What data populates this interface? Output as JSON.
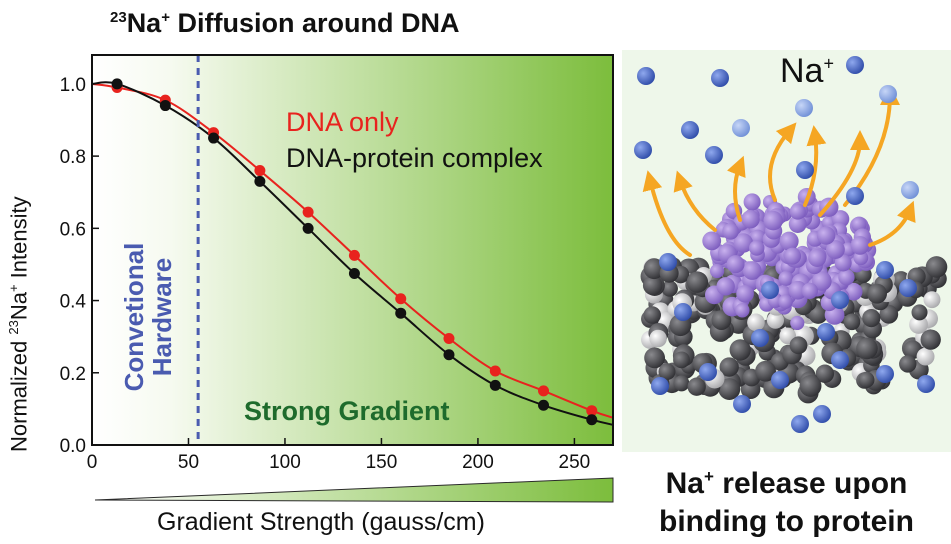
{
  "chart_data": {
    "type": "scatter",
    "title_prefix": "23",
    "title_main": "Na",
    "title_charge": "+",
    "title_rest": " Diffusion around DNA",
    "ylabel_prefix": "Normalized ",
    "ylabel_sup": "23",
    "ylabel_rest": "Na",
    "ylabel_charge": "+",
    "ylabel_end": " Intensity",
    "xlabel": "Gradient Strength (gauss/cm)",
    "xlim": [
      0,
      270
    ],
    "ylim": [
      0.0,
      1.08
    ],
    "xticks": [
      "0",
      "50",
      "100",
      "150",
      "200",
      "250"
    ],
    "yticks": [
      "0.0",
      "0.2",
      "0.4",
      "0.6",
      "0.8",
      "1.0"
    ],
    "series": [
      {
        "name": "DNA only",
        "color": "#e8231e",
        "x": [
          13,
          38,
          63,
          87,
          112,
          136,
          160,
          185,
          209,
          234,
          259
        ],
        "y": [
          0.99,
          0.955,
          0.865,
          0.76,
          0.645,
          0.525,
          0.405,
          0.295,
          0.205,
          0.15,
          0.095
        ]
      },
      {
        "name": "DNA-protein complex",
        "color": "#111111",
        "x": [
          13,
          38,
          63,
          87,
          112,
          136,
          160,
          185,
          209,
          234,
          259
        ],
        "y": [
          1.0,
          0.94,
          0.85,
          0.73,
          0.6,
          0.475,
          0.365,
          0.25,
          0.165,
          0.11,
          0.07
        ]
      }
    ],
    "vline_x": 55,
    "annotation_vline_1": "Convetional",
    "annotation_vline_2": "Hardware",
    "annotation_gradient": "Strong Gradient",
    "gradient_color": "#7fbf3f"
  },
  "illustration": {
    "ion_label": "Na",
    "ion_charge": "+",
    "caption_l1_main": "Na",
    "caption_l1_charge": "+",
    "caption_l1_rest": " release upon",
    "caption_l2": "binding to protein"
  }
}
